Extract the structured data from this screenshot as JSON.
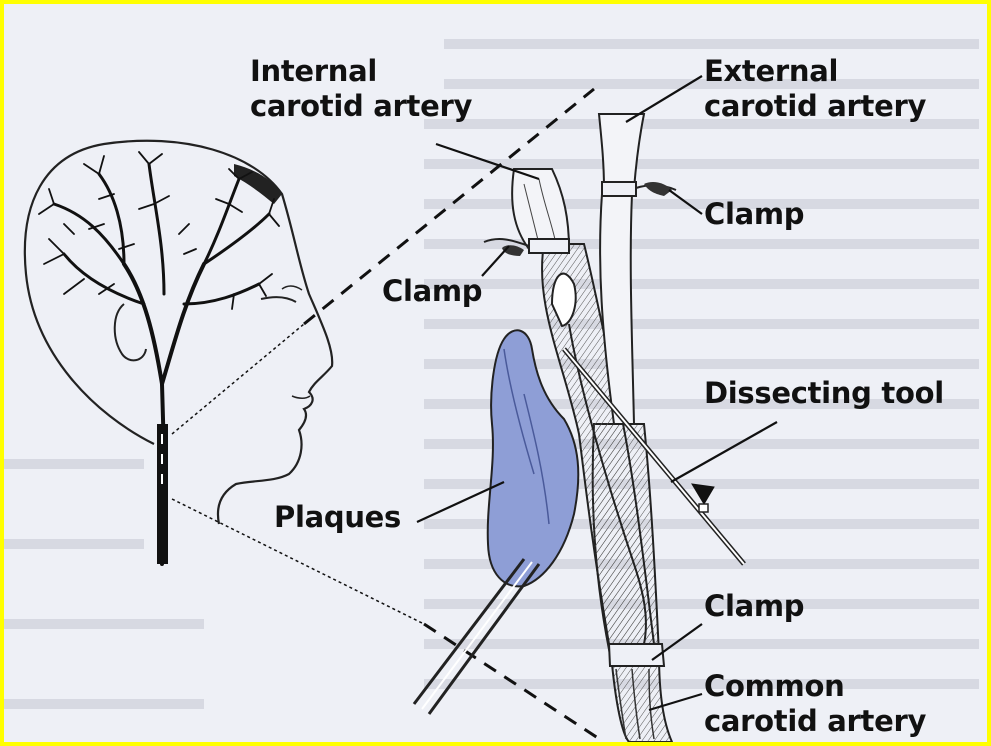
{
  "labels": {
    "internal_carotid": [
      "Internal",
      "carotid artery"
    ],
    "external_carotid": [
      "External",
      "carotid artery"
    ],
    "clamp_upper_right": "Clamp",
    "clamp_left": "Clamp",
    "dissecting_tool": "Dissecting tool",
    "plaques": "Plaques",
    "clamp_lower": "Clamp",
    "common_carotid": [
      "Common",
      "carotid artery"
    ]
  },
  "colors": {
    "frame": "#ffff00",
    "plaque": "#8e9ed6",
    "background": "#eef0f6"
  }
}
